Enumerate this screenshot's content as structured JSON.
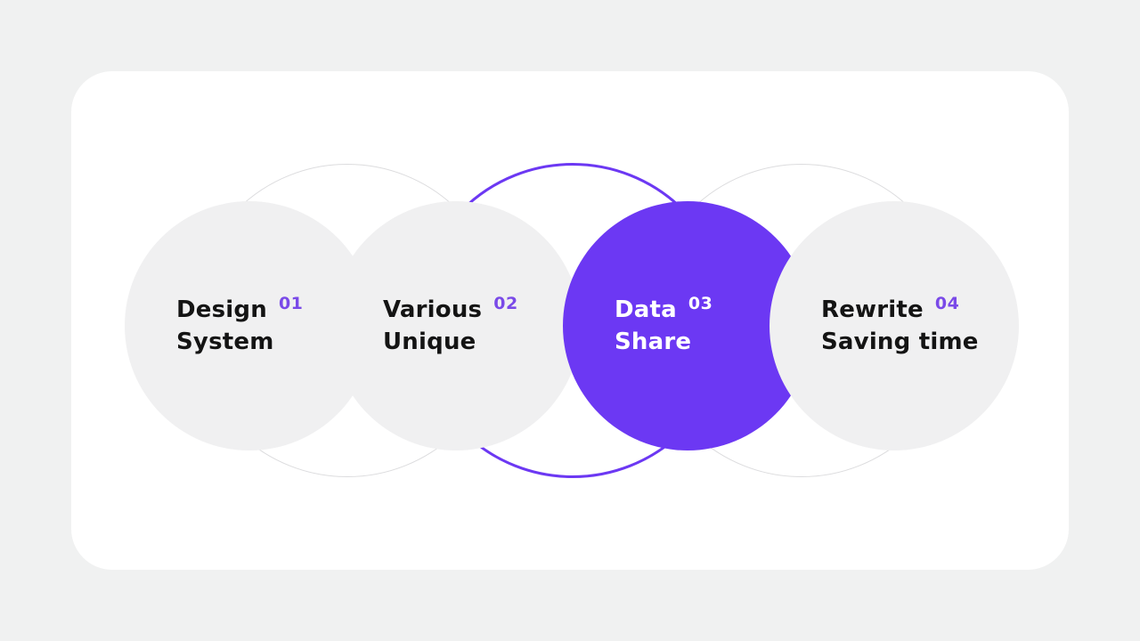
{
  "slide": {
    "background_color": "#f0f1f1",
    "card_color": "#ffffff"
  },
  "colors": {
    "accent_purple": "#6c38f3",
    "number_purple": "#7a4ae8",
    "light_circle_fill": "#f0f0f1",
    "outline_ring_gray": "#dcdcde",
    "text_dark": "#141414",
    "text_on_accent": "#ffffff"
  },
  "items": [
    {
      "number": "01",
      "line1": "Design",
      "line2": "System",
      "variant": "light"
    },
    {
      "number": "02",
      "line1": "Various",
      "line2": "Unique",
      "variant": "light"
    },
    {
      "number": "03",
      "line1": "Data",
      "line2": "Share",
      "variant": "accent"
    },
    {
      "number": "04",
      "line1": "Rewrite",
      "line2": "Saving time",
      "variant": "light"
    }
  ]
}
